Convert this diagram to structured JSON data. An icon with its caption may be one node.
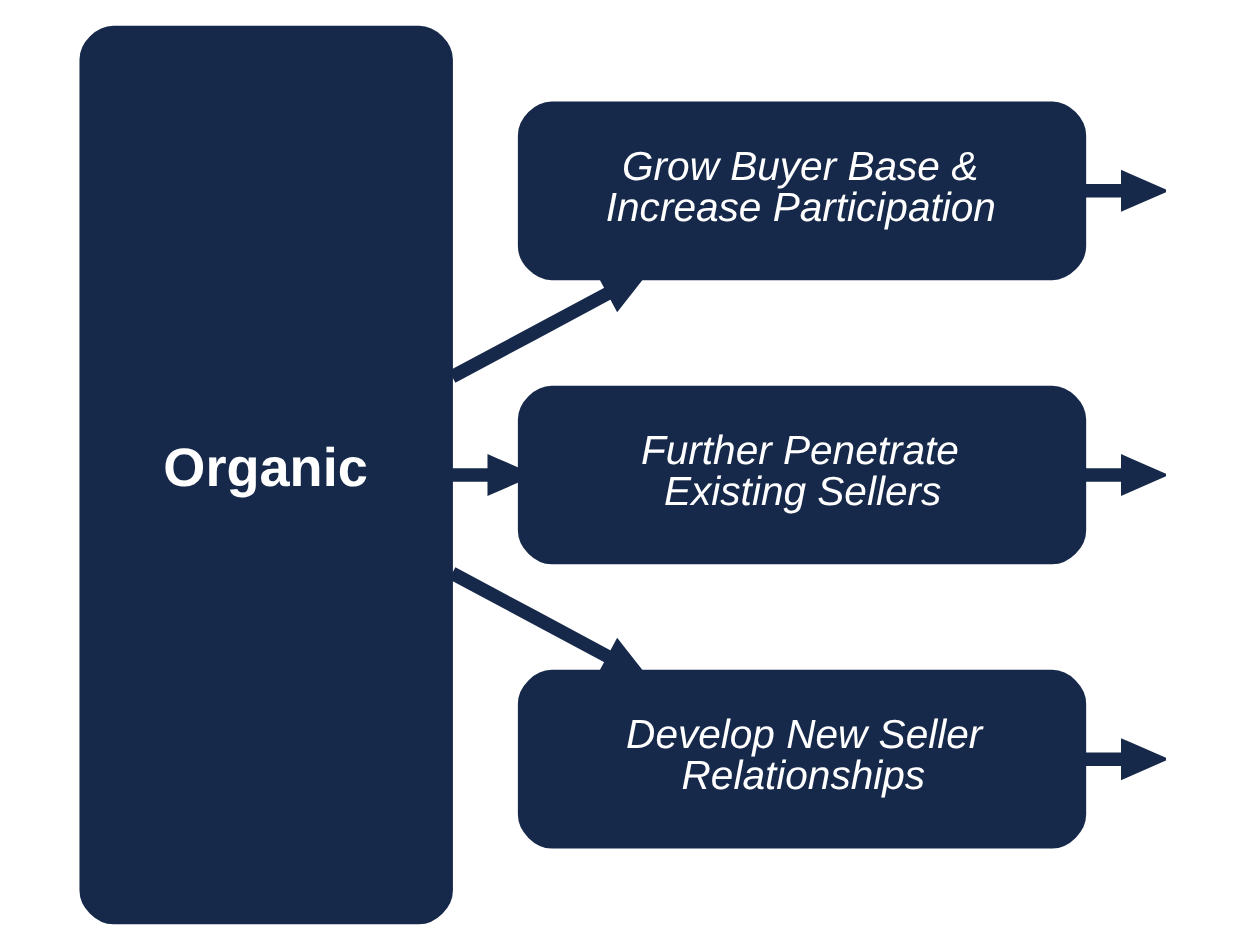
{
  "diagram": {
    "nodes": [
      {
        "text": [
          "Organic"
        ]
      },
      {
        "text": [
          "Grow Buyer Base & Increase Participation"
        ]
      },
      {
        "text": [
          "Further Penetrate Existing Sellers"
        ]
      },
      {
        "text": [
          "Develop New Seller Relationships"
        ]
      }
    ],
    "edges": [
      {
        "from": 0,
        "to": 1,
        "arrow": "to"
      },
      {
        "from": 0,
        "to": 2,
        "arrow": "to"
      },
      {
        "from": 0,
        "to": 3,
        "arrow": "to"
      },
      {
        "from": 1,
        "to": null,
        "arrow": "to"
      },
      {
        "from": 2,
        "to": null,
        "arrow": "to"
      },
      {
        "from": 3,
        "to": null,
        "arrow": "to"
      }
    ]
  }
}
